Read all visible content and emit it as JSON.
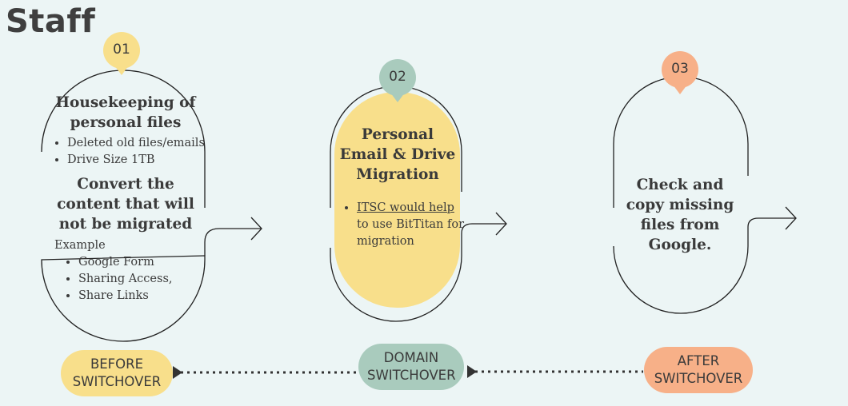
{
  "title": "Staff",
  "colors": {
    "yellow": "#f8df8b",
    "green": "#a9cbbd",
    "orange": "#f7b088",
    "background": "#ecf5f5"
  },
  "steps": [
    {
      "number": "01",
      "heading1": "Housekeeping of personal files",
      "bullets1": [
        "Deleted old files/emails",
        "Drive Size 1TB"
      ],
      "heading2": "Convert the content that will not be migrated",
      "example_label": "Example",
      "bullets2": [
        "Google Form",
        "Sharing Access,",
        "Share Links"
      ]
    },
    {
      "number": "02",
      "heading": "Personal Email & Drive Migration",
      "bullet_link": "ITSC would help",
      "bullet_rest_1": "to use BitTitan for",
      "bullet_rest_2": "migration"
    },
    {
      "number": "03",
      "heading": "Check and copy missing files from Google."
    }
  ],
  "timeline": [
    "BEFORE SWITCHOVER",
    "DOMAIN SWITCHOVER",
    "AFTER SWITCHOVER"
  ]
}
